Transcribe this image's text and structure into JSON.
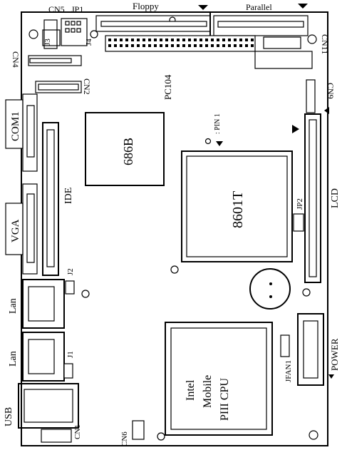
{
  "labels": {
    "cn5": "CN5",
    "jp1": "JP1",
    "floppy": "Floppy",
    "parallel": "Parallel",
    "j3": "J3",
    "j4": "J4",
    "cn4": "CN4",
    "cn11": "CN11",
    "cn2": "CN2",
    "pc104": "PC104",
    "cn9": "CN9",
    "com1": "COM1",
    "pin1": ": PIN 1",
    "chip686b": "686B",
    "ide": "IDE",
    "chip8601t": "8601T",
    "jp2": "JP2",
    "lcd": "LCD",
    "vga": "VGA",
    "j2": "J2",
    "lan1": "Lan",
    "lan2": "Lan",
    "j1": "J1",
    "cpu_line1": "Intel",
    "cpu_line2": "Mobile",
    "cpu_line3": "PIII CPU",
    "jfan1": "JFAN1",
    "power": "POWER",
    "usb": "USB",
    "cn1": "CN1",
    "cn6": "CN6"
  }
}
